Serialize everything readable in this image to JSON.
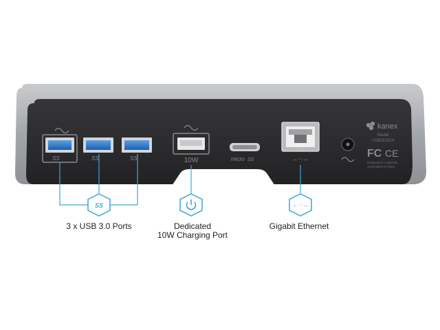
{
  "device": {
    "brand": "kanex",
    "model_label": "Model",
    "model_number": "USB3DOCK",
    "origin_line1": "Designed in California",
    "origin_line2": "Assembled in China",
    "fcc_mark": "FC",
    "ce_mark": "CE",
    "charge_port_label": "10W",
    "micro_port_label": "micro",
    "ss_mark": "SS"
  },
  "callouts": {
    "usb": {
      "label": "3 x USB 3.0 Ports",
      "icon": "usb-ss-icon"
    },
    "charging": {
      "line1": "Dedicated",
      "line2": "10W Charging Port",
      "icon": "power-icon"
    },
    "ethernet": {
      "label": "Gigabit Ethernet",
      "icon": "ethernet-arrows-icon"
    }
  },
  "colors": {
    "accent": "#3aa6d8",
    "body_silver": "#a7aaad",
    "panel_black": "#2b2b2d",
    "usb_blue": "#2f78c6"
  }
}
